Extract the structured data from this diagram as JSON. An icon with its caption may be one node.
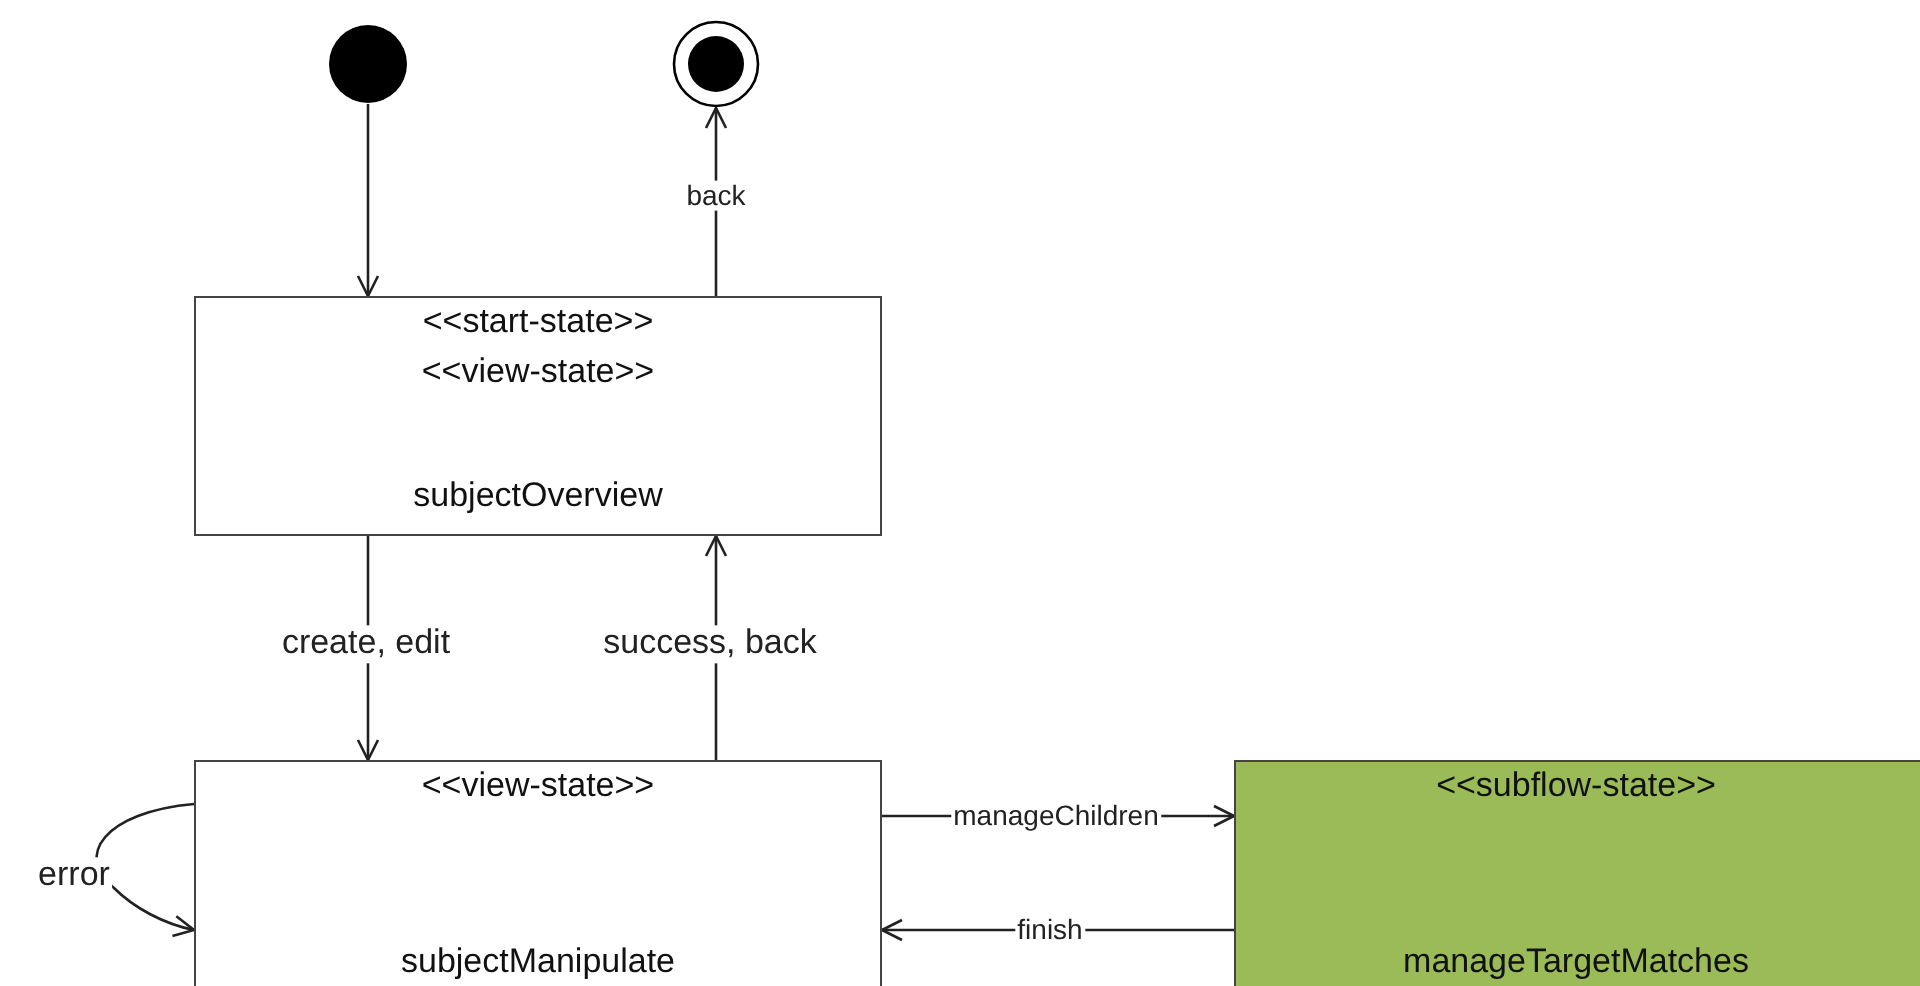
{
  "diagram": {
    "nodes": [
      {
        "text": [],
        "shape": "circle"
      },
      {
        "text": [],
        "shape": "bullseye"
      },
      {
        "text": [
          "<<start-state>>",
          "<<view-state>>",
          "subjectOverview"
        ]
      },
      {
        "text": [
          "<<view-state>>",
          "subjectManipulate"
        ]
      },
      {
        "text": [
          "<<subflow-state>>",
          "manageTargetMatches"
        ]
      }
    ],
    "edges": [
      {
        "from": 0,
        "to": 2,
        "arrow": "to"
      },
      {
        "from": 2,
        "to": 1,
        "arrow": "to",
        "label": "back"
      },
      {
        "from": 2,
        "to": 3,
        "arrow": "to",
        "label": "create, edit"
      },
      {
        "from": 3,
        "to": 2,
        "arrow": "to",
        "label": "success, back"
      },
      {
        "from": 3,
        "to": 3,
        "arrow": "to",
        "label": "error"
      },
      {
        "from": 3,
        "to": 4,
        "arrow": "to",
        "label": "manageChildren"
      },
      {
        "from": 4,
        "to": 3,
        "arrow": "to",
        "label": "finish"
      }
    ]
  }
}
